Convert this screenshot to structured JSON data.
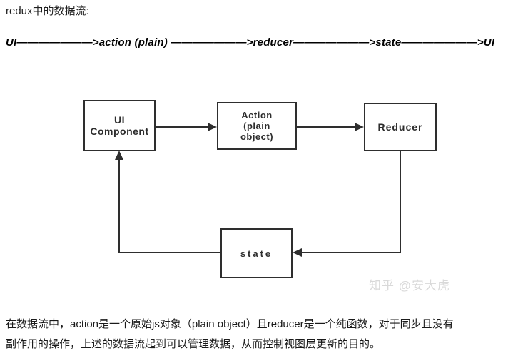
{
  "header": {
    "title": "redux中的数据流:"
  },
  "flow_line": {
    "text": "UI———————>action (plain) ———————>reducer———————>state———————>UI"
  },
  "diagram": {
    "nodes": {
      "ui_component": {
        "label": "UI\nComponent"
      },
      "action": {
        "label": "Action\n(plain\nobject)"
      },
      "reducer": {
        "label": "Reducer"
      },
      "state": {
        "label": "state"
      }
    },
    "connections": [
      "UI Component -> Action (plain object)",
      "Action (plain object) -> Reducer",
      "Reducer -> state",
      "state -> UI Component"
    ]
  },
  "watermark": {
    "text": "知乎 @安大虎"
  },
  "paragraph": {
    "line1": "在数据流中，action是一个原始js对象（plain object）且reducer是一个纯函数，对于同步且没有",
    "line2": "副作用的操作，上述的数据流起到可以管理数据，从而控制视图层更新的目的。"
  },
  "colors": {
    "diagram_line": "#2e2e2e",
    "text": "#1a1a1a",
    "watermark": "#d9d9d9",
    "background": "#ffffff"
  }
}
